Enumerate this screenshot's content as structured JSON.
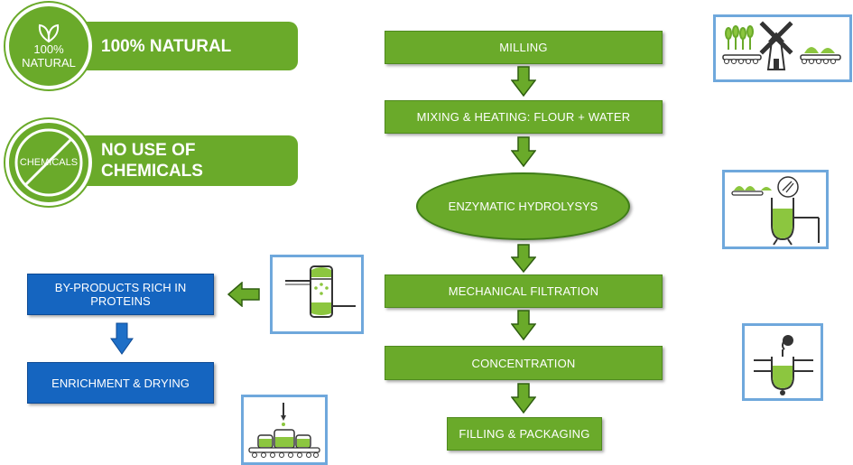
{
  "badges": {
    "natural": {
      "circle_line1": "100%",
      "circle_line2": "NATURAL",
      "label": "100% NATURAL",
      "icon": "leaf-icon"
    },
    "chemicals": {
      "circle_text": "CHEMICALS",
      "label_line1": "NO USE OF",
      "label_line2": "CHEMICALS",
      "icon": "no-symbol-icon"
    }
  },
  "process_steps": {
    "milling": "MILLING",
    "mixing": "MIXING & HEATING: FLOUR + WATER",
    "hydrolysis": "ENZYMATIC HYDROLYSYS",
    "filtration": "MECHANICAL FILTRATION",
    "concentration": "CONCENTRATION",
    "filling": "FILLING & PACKAGING"
  },
  "byproducts": {
    "rich_line1": "BY-PRODUCTS RICH IN",
    "rich_line2": "PROTEINS",
    "enrichment": "ENRICHMENT & DRYING"
  },
  "colors": {
    "green": "#6aaa2a",
    "blue": "#1565c0",
    "frame": "#6fa8dc"
  },
  "icons": [
    "windmill-icon",
    "mixing-tank-icon",
    "filter-tank-icon",
    "concentrator-icon",
    "filling-line-icon"
  ]
}
